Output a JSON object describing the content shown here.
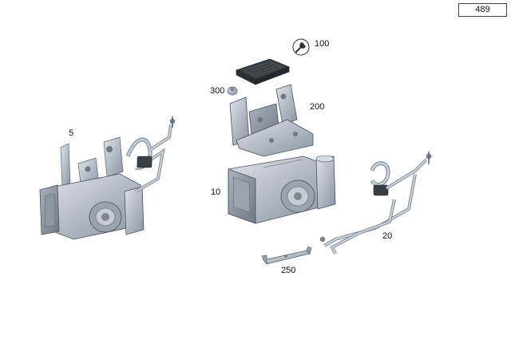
{
  "page_number": "489",
  "callouts": {
    "c5": "5",
    "c10": "10",
    "c20": "20",
    "c100": "100",
    "c200": "200",
    "c250": "250",
    "c300": "300"
  },
  "colors": {
    "part_fill": "#b4bcc6",
    "part_light": "#d7dde4",
    "part_dark": "#7d8794",
    "part_edge": "#4a525c",
    "cover_fill": "#3a3f45"
  }
}
